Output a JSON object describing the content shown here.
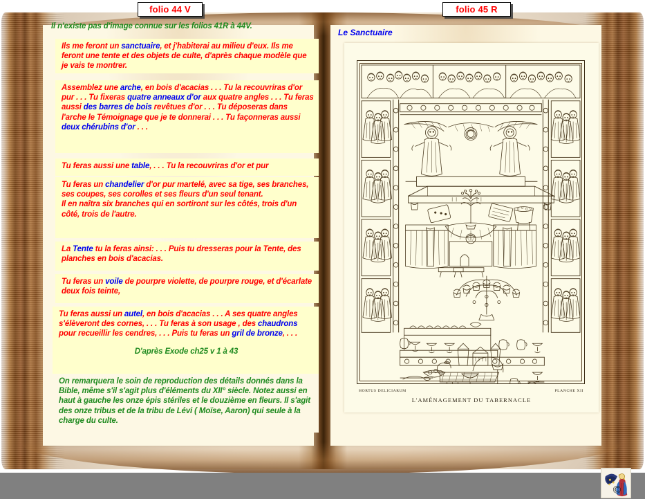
{
  "window": {
    "background_color": "#ffffff",
    "bottom_bar_color": "#808080"
  },
  "folios": {
    "left_label": "folio 44 V",
    "right_label": "folio  45 R"
  },
  "colors": {
    "red_text": "#ff0000",
    "blue_highlight": "#0000ee",
    "green_text": "#1f8a1f",
    "page_cream": "#fdf8e4",
    "text_block_yellow": "#ffffcc"
  },
  "left_page": {
    "intro": "Il n'existe pas d'image connue sur les folios 41R  à 44V.",
    "blocks": [
      {
        "id": "sanctuaire",
        "runs": [
          {
            "t": "Ils me feront un ",
            "c": "red"
          },
          {
            "t": "sanctuaire",
            "c": "blue"
          },
          {
            "t": ", et j'habiterai au milieu d'eux. Ils me feront une tente et des objets de culte, d'après chaque modèle que je vais te montrer.",
            "c": "red"
          }
        ]
      },
      {
        "id": "arche",
        "runs": [
          {
            "t": "Assemblez une ",
            "c": "red"
          },
          {
            "t": "arche",
            "c": "blue"
          },
          {
            "t": ", en bois d'acacias . . . Tu la recouvriras d'or pur . . . Tu fixeras ",
            "c": "red"
          },
          {
            "t": "quatre anneaux d'or",
            "c": "blue"
          },
          {
            "t": " aux quatre angles . . . Tu feras aussi ",
            "c": "red"
          },
          {
            "t": "des barres de bois",
            "c": "blue"
          },
          {
            "t": " revêtues d'or . . . Tu déposeras dans l'arche le Témoignage que je te donnerai . . . Tu façonneras aussi ",
            "c": "red"
          },
          {
            "t": "deux chérubins d'or",
            "c": "blue"
          },
          {
            "t": " . . .",
            "c": "red"
          }
        ]
      },
      {
        "id": "table",
        "runs": [
          {
            "t": "Tu feras aussi une ",
            "c": "red"
          },
          {
            "t": "table",
            "c": "blue"
          },
          {
            "t": ", . . .  Tu la recouvriras d'or et pur",
            "c": "red"
          }
        ]
      },
      {
        "id": "chandelier",
        "runs": [
          {
            "t": "Tu feras un ",
            "c": "red"
          },
          {
            "t": "chandelier",
            "c": "blue"
          },
          {
            "t": " d'or pur martelé, avec sa tige, ses branches, ses coupes, ses corolles et ses fleurs d'un seul tenant.",
            "c": "red"
          },
          {
            "t": "\n",
            "c": "br"
          },
          {
            "t": "Il en naîtra six branches qui en sortiront sur les côtés, trois d'un côté, trois de l'autre.",
            "c": "red"
          }
        ]
      },
      {
        "id": "tente",
        "runs": [
          {
            "t": "La ",
            "c": "red"
          },
          {
            "t": "Tente",
            "c": "blue"
          },
          {
            "t": " tu la feras ainsi: . . .  Puis tu dresseras pour la Tente, des planches en bois d'acacias.",
            "c": "red"
          }
        ]
      },
      {
        "id": "voile",
        "runs": [
          {
            "t": "Tu feras un ",
            "c": "red"
          },
          {
            "t": "voile",
            "c": "blue"
          },
          {
            "t": " de pourpre violette, de pourpre rouge, et d'écarlate deux fois teinte,",
            "c": "red"
          }
        ]
      },
      {
        "id": "autel",
        "runs": [
          {
            "t": "Tu feras aussi un ",
            "c": "red"
          },
          {
            "t": "autel",
            "c": "blue"
          },
          {
            "t": ", en bois d'acacias . . . A ses quatre angles s'élèveront des cornes, . . .  Tu feras à son usage , des ",
            "c": "red"
          },
          {
            "t": "chaudrons",
            "c": "blue"
          },
          {
            "t": " pour recueillir les cendres, . . .  Puis tu feras un ",
            "c": "red"
          },
          {
            "t": "gril de bronze",
            "c": "blue"
          },
          {
            "t": ", . . .",
            "c": "red"
          }
        ],
        "centered_note": "D'après Exode ch25 v 1 à 43"
      },
      {
        "id": "commentaire",
        "runs": [
          {
            "t": "On remarquera le soin de reproduction des détails donnés dans la Bible, même s'il s'agit  plus d'éléments du XII° siècle. Notez aussi en haut à gauche les onze épis stériles et le douzième en fleurs. Il s'agit des onze tribus et de la tribu de Lévi ( Moïse, Aaron) qui seule à la charge du culte.",
            "c": "green"
          }
        ]
      }
    ]
  },
  "right_page": {
    "title": "Le Sanctuaire",
    "plate": {
      "source_left": "HORTUS DELICIARUM",
      "source_right": "PLANCHE XII",
      "caption": "L'AMÉNAGEMENT DU TABERNACLE"
    }
  },
  "footer": {
    "copyright_symbol": "©",
    "logo_name": "illuminated-angel-logo"
  }
}
